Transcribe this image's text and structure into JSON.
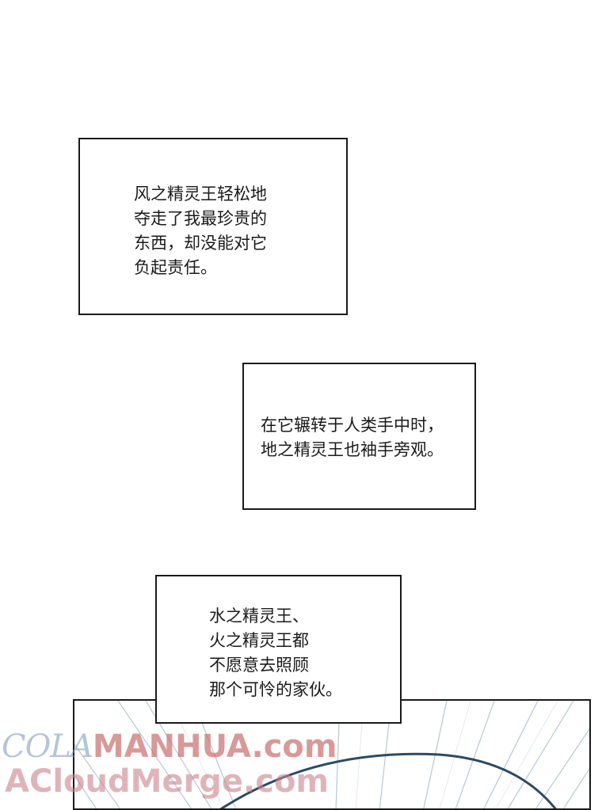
{
  "captions": [
    {
      "lines": [
        "风之精灵王轻松地",
        "夺走了我最珍贵的",
        "东西，却没能对它",
        "负起责任。"
      ]
    },
    {
      "lines": [
        "在它辗转于人类手中时，",
        "地之精灵王也袖手旁观。"
      ]
    },
    {
      "lines": [
        "水之精灵王、",
        "火之精灵王都",
        "不愿意去照顾",
        "那个可怜的家伙。"
      ]
    }
  ],
  "watermarks": {
    "line1_part1": "COLA",
    "line1_part2": "MANHUA.com",
    "line2": "ACloudMerge.com"
  },
  "colors": {
    "ink": "#1a1a1a",
    "scene_lines": "#9fb4c8",
    "scene_curve": "#2d4a63"
  }
}
